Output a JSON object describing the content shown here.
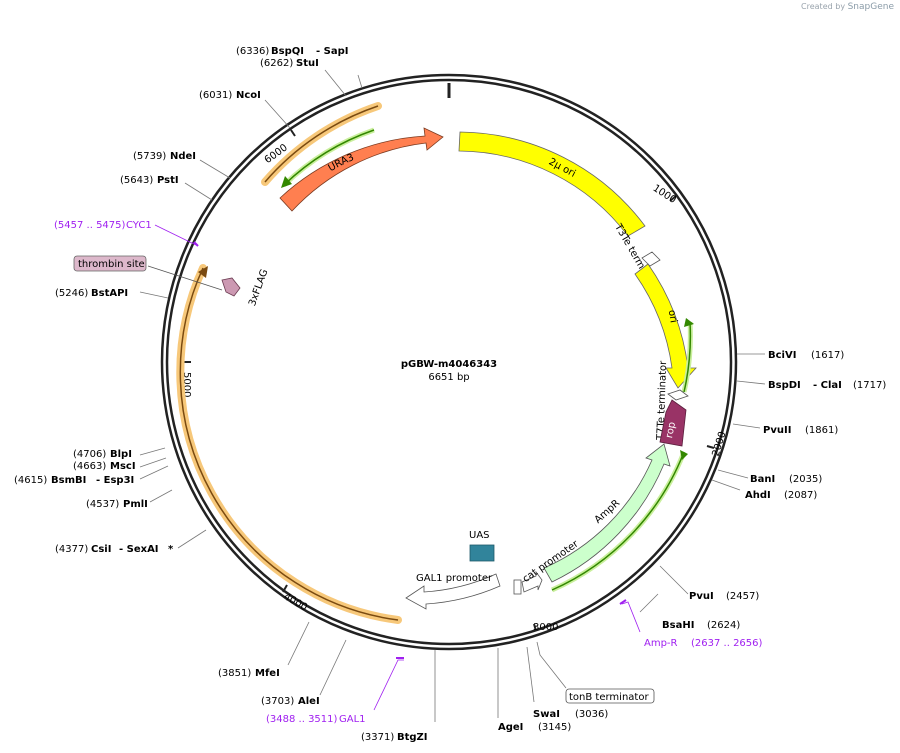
{
  "credit": {
    "prefix": "Created by",
    "brand": "SnapGene"
  },
  "plasmid": {
    "name": "pGBW-m4046343",
    "length": "6651 bp"
  },
  "ticks": {
    "t1000": "1000",
    "t2000": "2000",
    "t3000": "3000",
    "t4000": "4000",
    "t5000": "5000",
    "t6000": "6000"
  },
  "features": {
    "ura3": "URA3",
    "two_mu_ori": "2μ ori",
    "t3te": "T3Te terminator",
    "ori": "ori",
    "t7te": "T7Te terminator",
    "rop": "rop",
    "ampr": "AmpR",
    "cat_promoter": "cat promoter",
    "uas": "UAS",
    "gal1_promoter": "GAL1 promoter",
    "flag": "3xFLAG",
    "thrombin": "thrombin site",
    "tonb": "tonB terminator"
  },
  "sites": {
    "bspqi": {
      "pos": "(6336)",
      "name": "BspQI",
      "extra": "- SapI"
    },
    "stui": {
      "pos": "(6262)",
      "name": "StuI"
    },
    "ncoi": {
      "pos": "(6031)",
      "name": "NcoI"
    },
    "ndei": {
      "pos": "(5739)",
      "name": "NdeI"
    },
    "psti": {
      "pos": "(5643)",
      "name": "PstI"
    },
    "cyc1": {
      "range": "(5457 .. 5475)",
      "name": "CYC1"
    },
    "bstapi": {
      "pos": "(5246)",
      "name": "BstAPI"
    },
    "blpi": {
      "pos": "(4706)",
      "name": "BlpI"
    },
    "msci": {
      "pos": "(4663)",
      "name": "MscI"
    },
    "bsmbi": {
      "pos": "(4615)",
      "name": "BsmBI",
      "extra": "- Esp3I"
    },
    "pmli": {
      "pos": "(4537)",
      "name": "PmlI"
    },
    "csii": {
      "pos": "(4377)",
      "name": "CsiI",
      "extra": "- SexAI",
      "mark": "*"
    },
    "mfei": {
      "pos": "(3851)",
      "name": "MfeI"
    },
    "alei": {
      "pos": "(3703)",
      "name": "AleI"
    },
    "gal1": {
      "range": "(3488 .. 3511)",
      "name": "GAL1"
    },
    "btgzi": {
      "pos": "(3371)",
      "name": "BtgZI"
    },
    "agei": {
      "name": "AgeI",
      "pos": "(3145)"
    },
    "swai": {
      "name": "SwaI",
      "pos": "(3036)"
    },
    "bsahi": {
      "name": "BsaHI",
      "pos": "(2624)"
    },
    "ampr_primer": {
      "name": "Amp-R",
      "range": "(2637 .. 2656)"
    },
    "pvui_b": {
      "name": "PvuI",
      "pos": "(2457)"
    },
    "ahdi": {
      "name": "AhdI",
      "pos": "(2087)"
    },
    "bani": {
      "name": "BanI",
      "pos": "(2035)"
    },
    "pvuii": {
      "name": "PvuII",
      "pos": "(1861)"
    },
    "bspdi": {
      "name": "BspDI",
      "extra": "- ClaI",
      "pos": "(1717)"
    },
    "bcivi": {
      "name": "BciVI",
      "pos": "(1617)"
    }
  },
  "colors": {
    "backbone": "#222222",
    "ura3": "#ff7f50",
    "ori": "#ffff00",
    "ampr": "#ccffcc",
    "uas": "#31849b",
    "rop": "#993366",
    "flag": "#cc99b2",
    "primer_green": "#338800",
    "orf_orange": "#f7a030",
    "primer_purple": "#a020f0"
  }
}
